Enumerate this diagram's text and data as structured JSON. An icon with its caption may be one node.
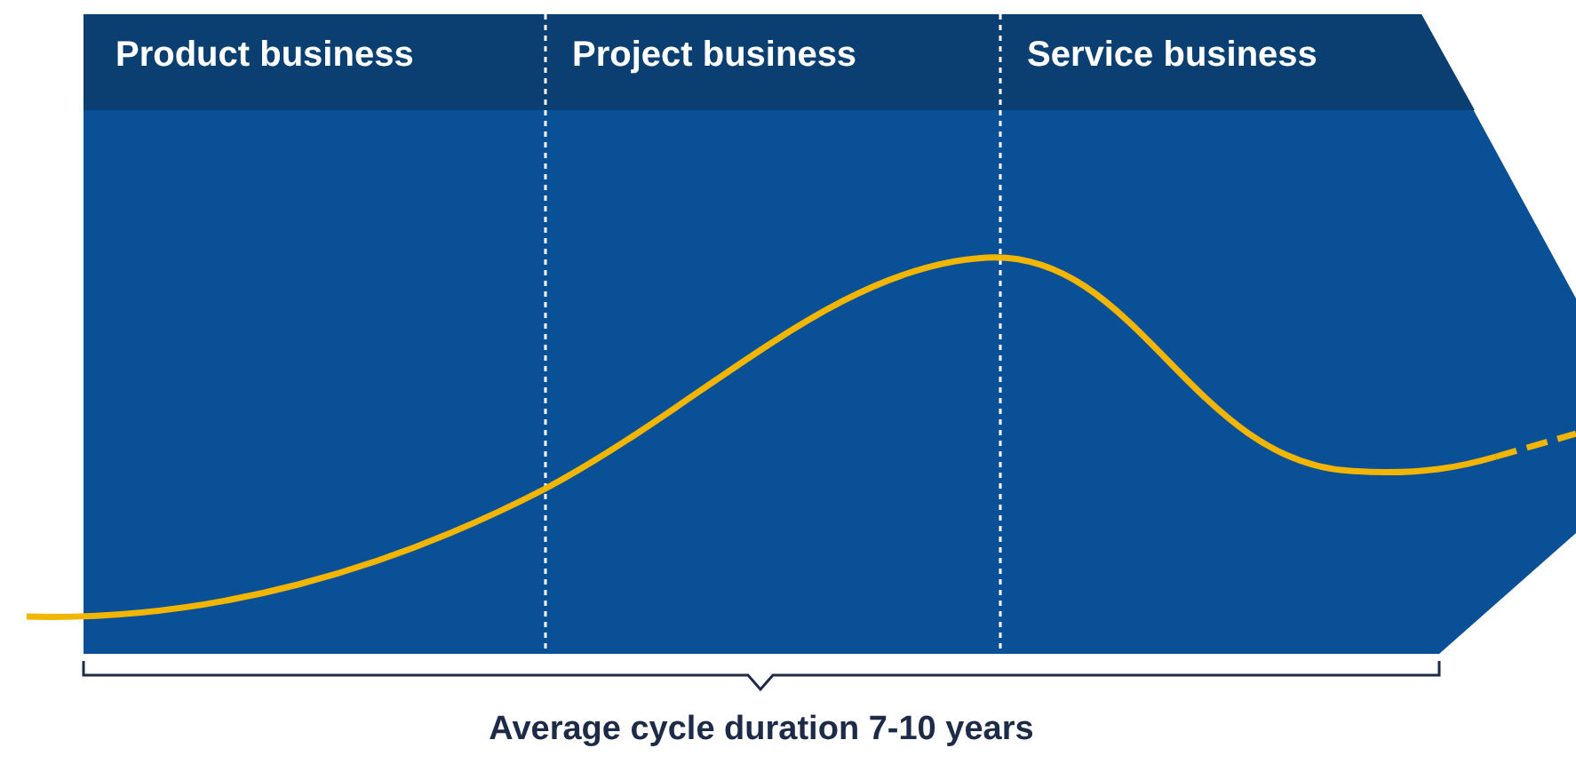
{
  "diagram": {
    "labels": [
      "Product business",
      "Project business",
      "Service business",
      "Average cycle duration 7-10 years"
    ]
  }
}
